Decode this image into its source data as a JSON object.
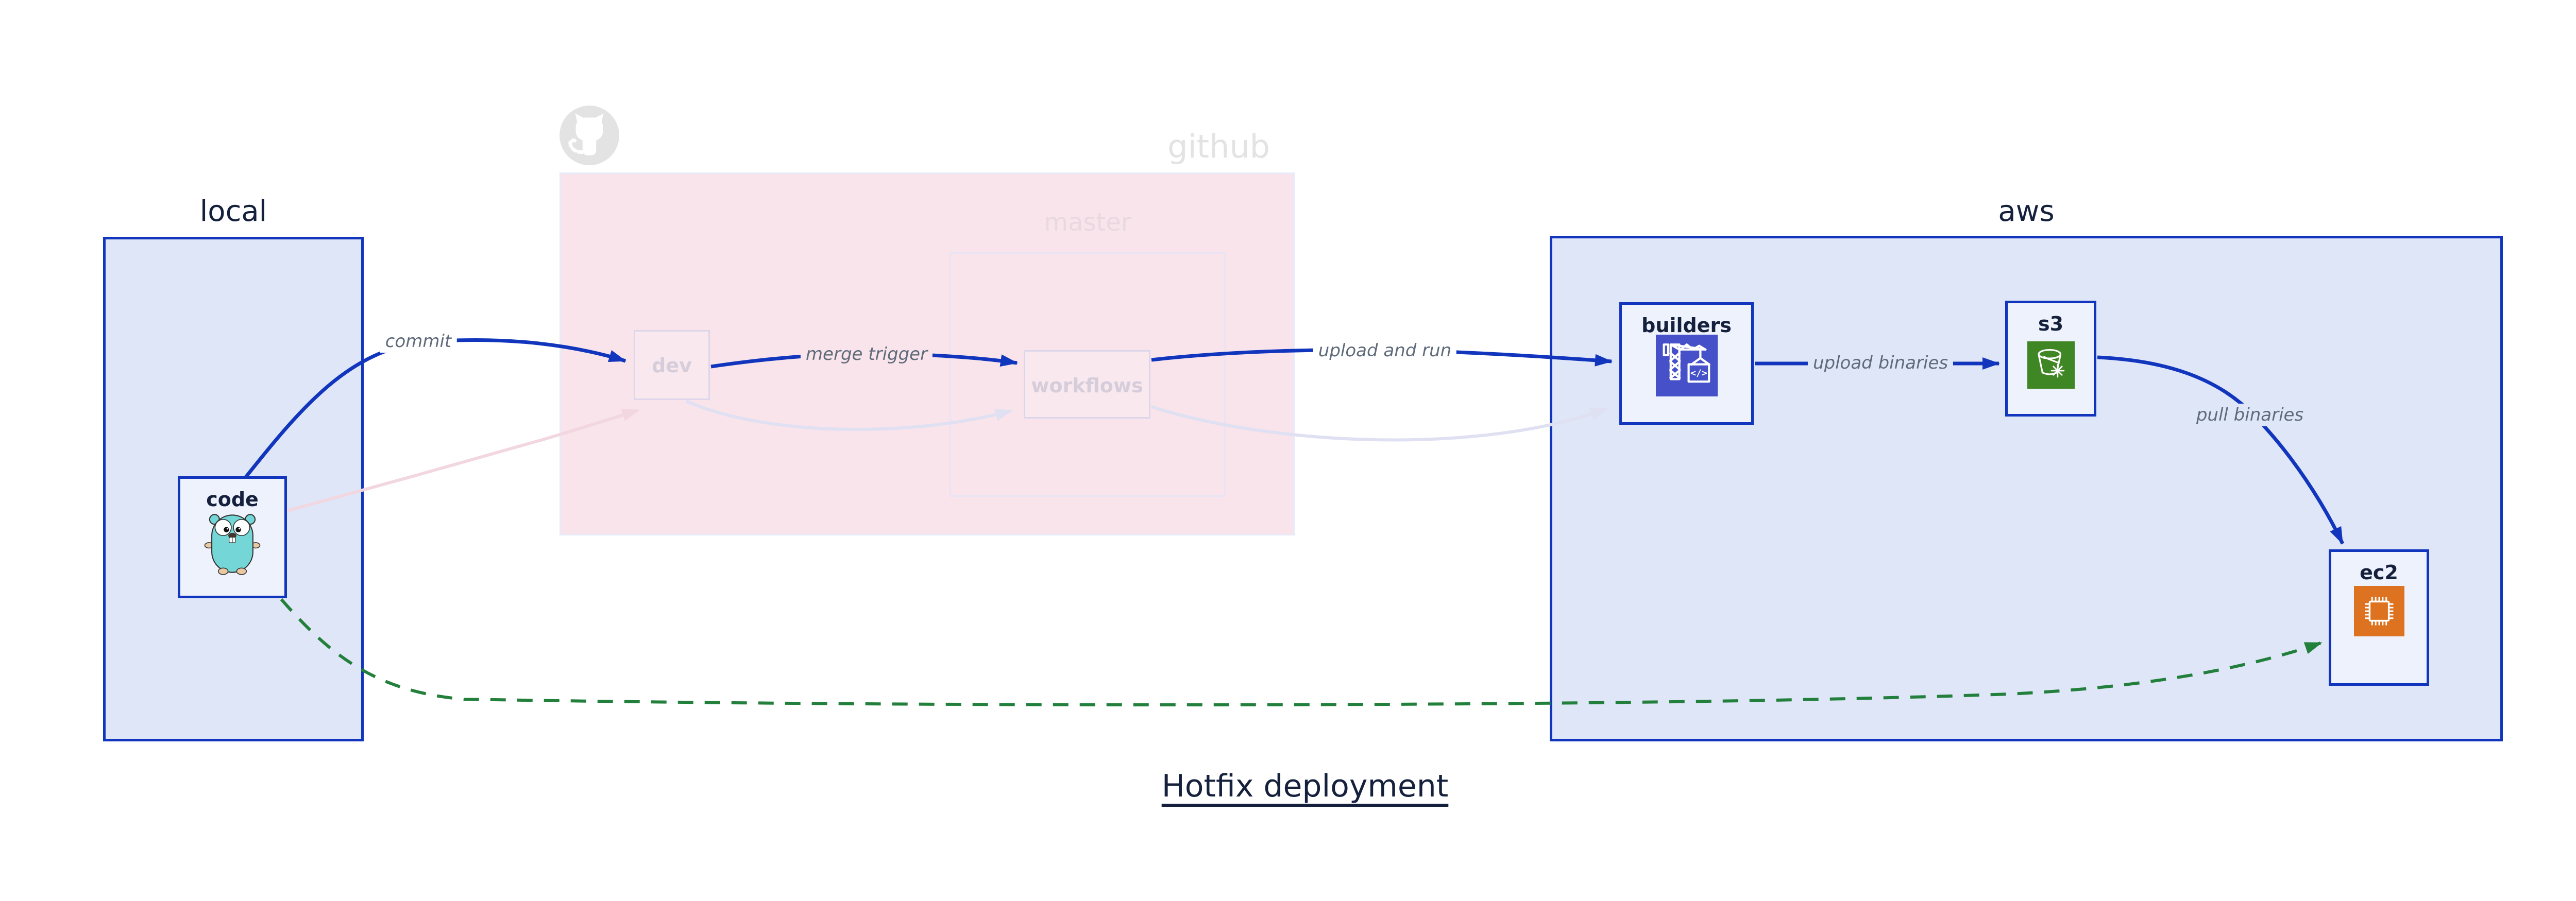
{
  "title": {
    "text": "Hotfix deployment"
  },
  "regions": {
    "local": {
      "label": "local"
    },
    "github": {
      "label": "github"
    },
    "master": {
      "label": "master"
    },
    "aws": {
      "label": "aws"
    }
  },
  "nodes": {
    "code": {
      "label": "code",
      "icon": "go-gopher-icon"
    },
    "dev": {
      "label": "dev"
    },
    "workflows": {
      "label": "workflows"
    },
    "builders": {
      "label": "builders",
      "icon": "codebuild-crane-icon",
      "icon_glyph": "</>"
    },
    "s3": {
      "label": "s3",
      "icon": "s3-bucket-icon"
    },
    "ec2": {
      "label": "ec2",
      "icon": "ec2-chip-icon"
    }
  },
  "edges": {
    "commit": {
      "label": "commit"
    },
    "merge_trigger": {
      "label": "merge trigger"
    },
    "upload_and_run": {
      "label": "upload and run"
    },
    "upload_binaries": {
      "label": "upload binaries"
    },
    "pull_binaries": {
      "label": "pull binaries"
    }
  },
  "colors": {
    "edge_blue": "#1136bd",
    "navy_text": "#14203c",
    "edge_label_gray": "#5f6b7a",
    "region_fill": "#dfe6f8",
    "node_fill": "#eef2fc",
    "github_pink_fill": "#f8e4ea",
    "faded_border": "#ddd6ea",
    "faded_node_text": "#d6cddb",
    "github_gray": "#e3e3e3",
    "master_label_pink": "#e8d9e0",
    "hotfix_green": "#22803c",
    "faded_pink_line": "#f2d7e0",
    "faded_lavender_line": "#dfe0f2",
    "codebuild_indigo": "#4650c8",
    "s3_green": "#3f8624",
    "ec2_orange": "#dd7321"
  }
}
